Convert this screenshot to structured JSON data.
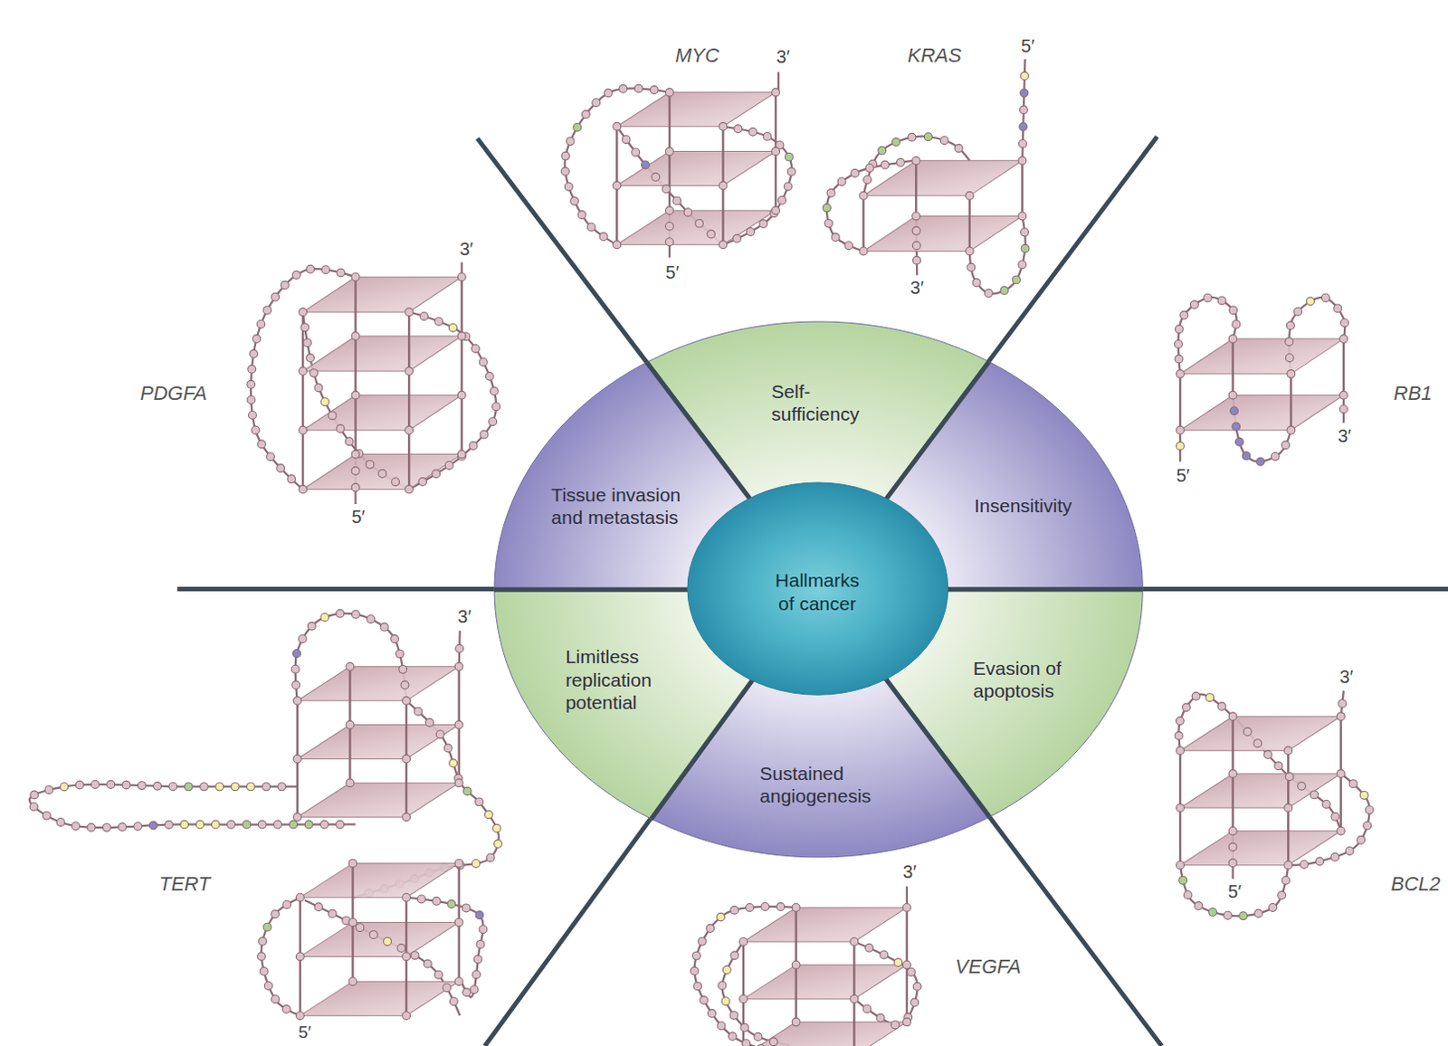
{
  "diagram": {
    "nodes": [
      {
        "text": [
          "Hallmarks of cancer"
        ]
      },
      {
        "text": [
          "Self- sufficiency"
        ]
      },
      {
        "text": [
          "Insensitivity"
        ]
      },
      {
        "text": [
          "Evasion of apoptosis"
        ]
      },
      {
        "text": [
          "Sustained angiogenesis"
        ]
      },
      {
        "text": [
          "Limitless replication potential"
        ]
      },
      {
        "text": [
          "Tissue invasion and metastasis"
        ]
      }
    ],
    "labels": [
      "MYC",
      "3′",
      "KRAS",
      "5′",
      "3′",
      "5′",
      "3′",
      "PDGFA",
      "RB1",
      "3′",
      "5′",
      "5′",
      "3′",
      "3′",
      "3′",
      "TERT",
      "BCL2",
      "5′",
      "VEGFA",
      "5′"
    ]
  }
}
